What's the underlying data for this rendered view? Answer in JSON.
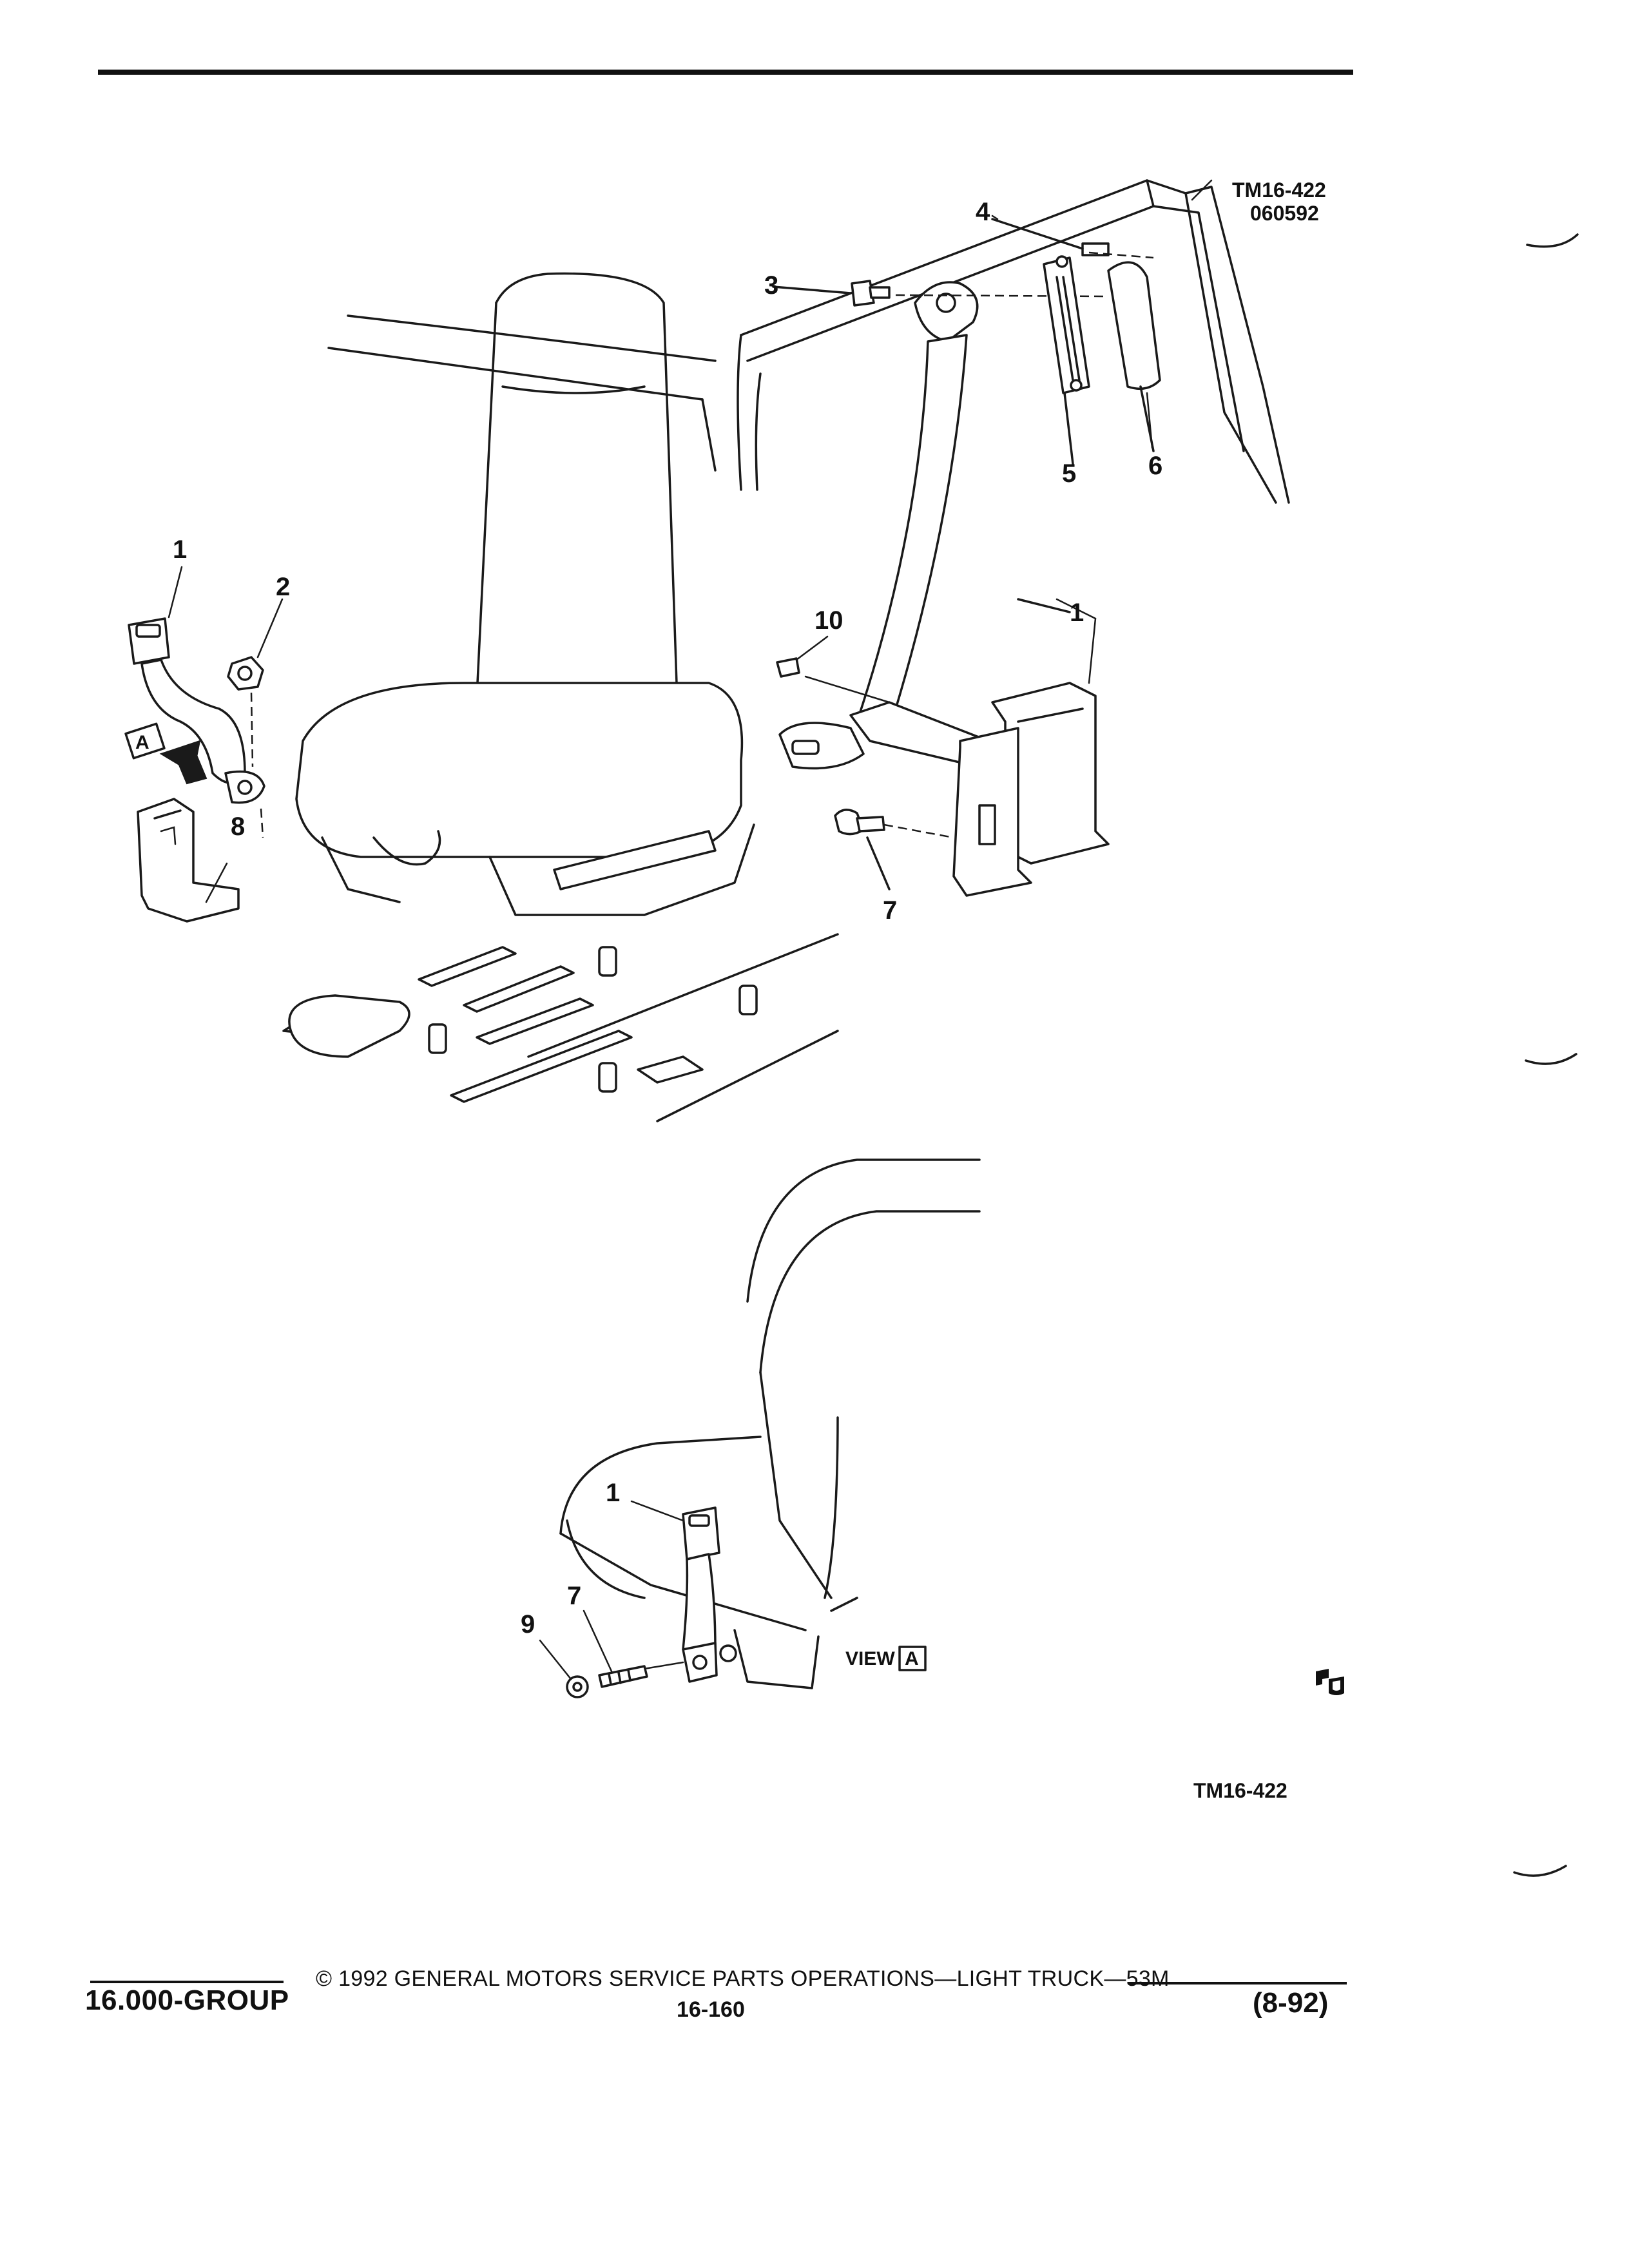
{
  "drawing": {
    "figure_id": "TM16-422",
    "figure_date": "060592",
    "bottom_figure_id": "TM16-422",
    "view_label": "VIEW",
    "view_letter": "A",
    "arrow_letter": "A",
    "callouts": {
      "c1_left": "1",
      "c2": "2",
      "c8": "8",
      "c3": "3",
      "c4": "4",
      "c5": "5",
      "c6": "6",
      "c10": "10",
      "c1_right": "1",
      "c7_top": "7",
      "c1_view": "1",
      "c7_view": "7",
      "c9": "9"
    }
  },
  "footer": {
    "group": "16.000-GROUP",
    "copyright": "© 1992  GENERAL MOTORS SERVICE PARTS OPERATIONS—LIGHT TRUCK—53M",
    "page": "16-160",
    "date_code": "(8-92)"
  }
}
